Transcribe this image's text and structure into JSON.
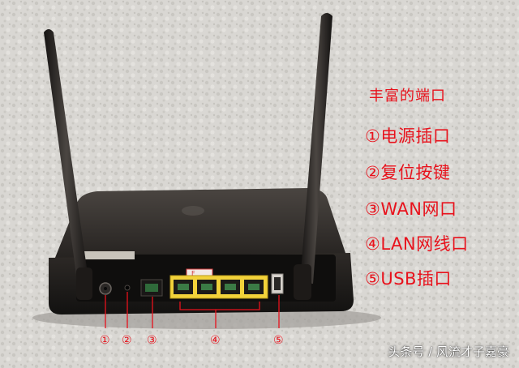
{
  "legend": {
    "title": "丰富的端口",
    "items": [
      {
        "num": "①",
        "label": "电源插口"
      },
      {
        "num": "②",
        "label": "复位按键"
      },
      {
        "num": "③",
        "label": "WAN网口"
      },
      {
        "num": "④",
        "label": "LAN网线口"
      },
      {
        "num": "⑤",
        "label": "USB插口"
      }
    ]
  },
  "callouts": [
    "①",
    "②",
    "③",
    "④",
    "⑤"
  ],
  "sticker_text": "F",
  "watermark": "头条号 / 风流才子嘉豪",
  "colors": {
    "annotation": "#e8121c",
    "router_body": "#2a2622",
    "lan_ports": "#f2d23a",
    "wall": "#d8d6d2"
  }
}
